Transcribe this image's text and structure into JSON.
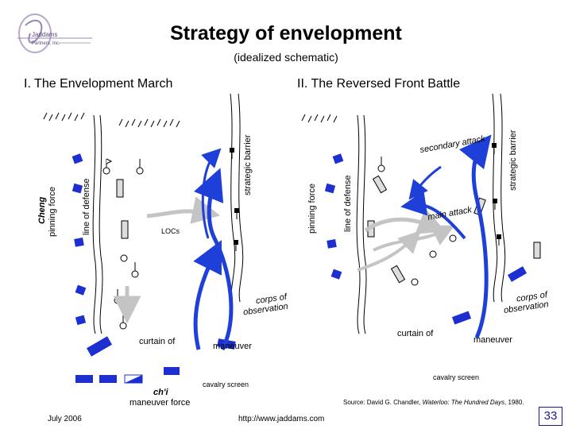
{
  "header": {
    "title": "Strategy of envelopment",
    "subtitle": "(idealized schematic)"
  },
  "left_panel": {
    "heading": "I. The Envelopment March",
    "labels": {
      "cheng": "Cheng",
      "pinning_force": "pinning force",
      "line_of_defense": "line of defense",
      "strategic_barrier": "strategic barrier",
      "locs": "LOCs",
      "corps_of_observation": "corps of observation",
      "curtain_of": "curtain of",
      "maneuver": "maneuver",
      "cavalry_screen": "cavalry screen",
      "chi": "ch'i",
      "maneuver_force": "maneuver force"
    }
  },
  "right_panel": {
    "heading": "II. The Reversed Front Battle",
    "labels": {
      "pinning_force": "pinning force",
      "line_of_defense": "line of defense",
      "strategic_barrier": "strategic barrier",
      "secondary_attack": "secondary attack",
      "main_attack": "main attack",
      "corps_of_observation": "corps of observation",
      "curtain_of": "curtain of",
      "maneuver": "maneuver",
      "cavalry_screen": "cavalry screen"
    }
  },
  "footer": {
    "date": "July 2006",
    "url": "http://www.jaddams.com",
    "source_prefix": "Source: David G. Chandler, ",
    "source_title": "Waterloo: The Hundred Days",
    "source_suffix": ", 1980.",
    "page_number": "33"
  },
  "colors": {
    "unit_blue": "#1e2fd1",
    "arrow_blue": "#1f3fd9",
    "arrow_gray": "#c4c4c4",
    "block_gray": "#bdbdbd"
  }
}
